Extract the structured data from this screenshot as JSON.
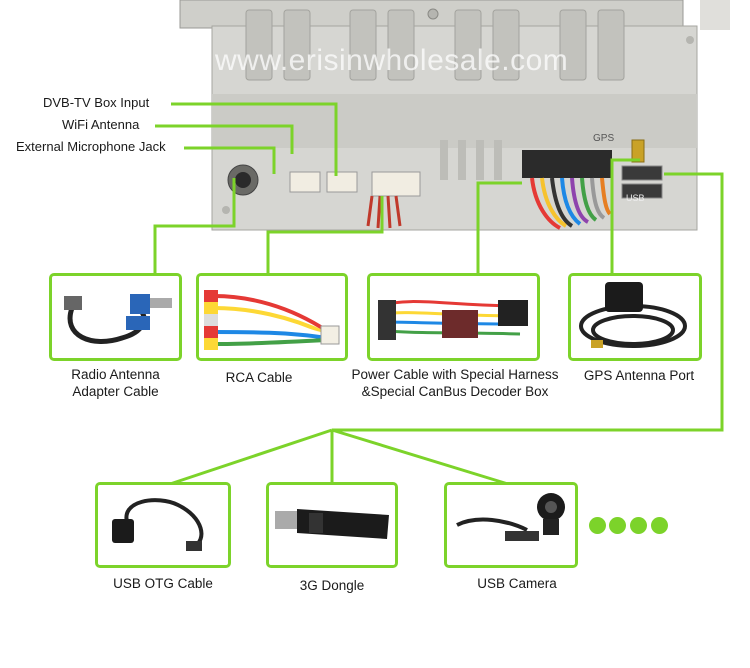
{
  "watermark": "www.erisinwholesale.com",
  "unit_labels": {
    "gps": "GPS",
    "usb": "USB"
  },
  "callouts": {
    "dvb": "DVB-TV Box Input",
    "wifi": "WiFi Antenna",
    "mic": "External Microphone Jack"
  },
  "accessories": [
    {
      "caption": "Radio Antenna\nAdapter Cable",
      "icon": "antenna-cable-icon"
    },
    {
      "caption": "RCA Cable",
      "icon": "rca-cable-icon"
    },
    {
      "caption": "Power Cable with Special Harness\n&Special CanBus Decoder Box",
      "icon": "power-harness-icon"
    },
    {
      "caption": "GPS Antenna Port",
      "icon": "gps-antenna-icon"
    },
    {
      "caption": "USB OTG Cable",
      "icon": "usb-otg-icon"
    },
    {
      "caption": "3G Dongle",
      "icon": "dongle-icon"
    },
    {
      "caption": "USB Camera",
      "icon": "usb-camera-icon"
    }
  ],
  "more_indicator_dots": 4,
  "colors": {
    "accent_green": "#7cd32a",
    "chassis": "#d6d6d2",
    "text": "#1a1a1a"
  }
}
